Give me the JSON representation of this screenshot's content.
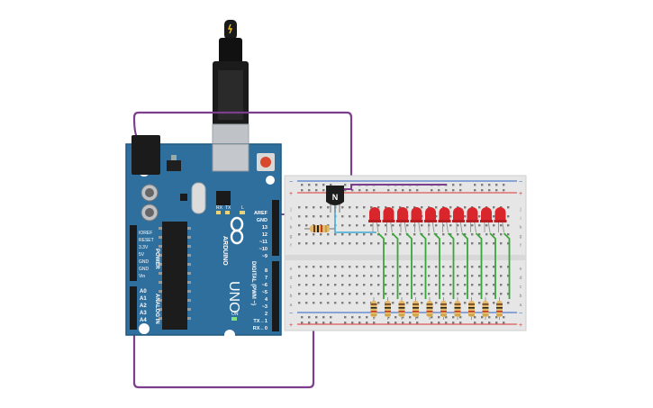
{
  "board": {
    "brand": "ARDUINO",
    "model": "UNO",
    "pin_header_left": [
      "IOREF",
      "RESET",
      "3.3V",
      "5V",
      "GND",
      "GND",
      "Vin"
    ],
    "power_label": "POWER",
    "analog_label": "ANALOG IN",
    "analog_pins": [
      "A0",
      "A1",
      "A2",
      "A3",
      "A4",
      "A5"
    ],
    "top_pin_labels": [
      "AREF",
      "GND",
      "13",
      "12",
      "~11",
      "~10",
      "~9",
      "8",
      "7",
      "~6",
      "~5",
      "4",
      "~3",
      "2",
      "TX→1",
      "RX←0"
    ],
    "digital_label": "DIGITAL (PWM ~)",
    "led_labels": [
      "L",
      "TX",
      "RX",
      "ON"
    ]
  },
  "transistor": {
    "label": "N"
  },
  "breadboard": {
    "row_letters_top": [
      "j",
      "i",
      "h",
      "g",
      "f"
    ],
    "row_letters_bottom": [
      "e",
      "d",
      "c",
      "b",
      "a"
    ],
    "rail_plus": "+",
    "rail_minus": "−",
    "led_count": 10
  },
  "colors": {
    "board": "#2e6f9e",
    "breadboard": "#e6e6e6",
    "led": "#d9262c",
    "wire_purple": "#7b3f8c",
    "wire_green": "#3aa63a",
    "wire_blue": "#55b3d8",
    "rail_red": "#d33",
    "rail_blue": "#2a63c8"
  }
}
